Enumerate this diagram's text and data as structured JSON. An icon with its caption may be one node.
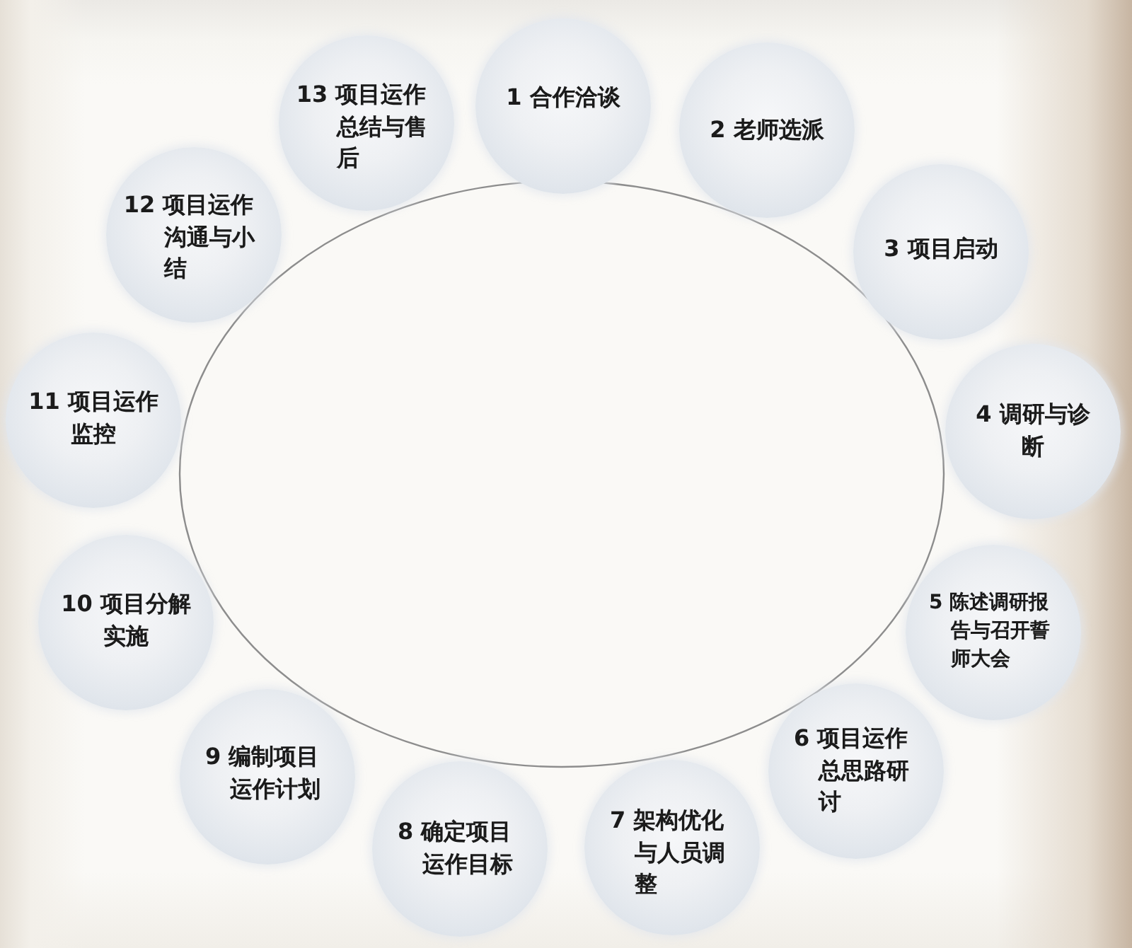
{
  "diagram": {
    "nodes": [
      {
        "text": [
          "1 合作洽谈"
        ]
      },
      {
        "text": [
          "2 老师选派"
        ]
      },
      {
        "text": [
          "3 项目启动"
        ]
      },
      {
        "text": [
          "4 调研与诊断"
        ]
      },
      {
        "text": [
          "5 陈述调研报告与召开誓师大会"
        ]
      },
      {
        "text": [
          "6 项目运作总思路研讨"
        ]
      },
      {
        "text": [
          "7 架构优化与人员调整"
        ]
      },
      {
        "text": [
          "8 确定项目运作目标"
        ]
      },
      {
        "text": [
          "9 编制项目运作计划"
        ]
      },
      {
        "text": [
          "10 项目分解实施"
        ]
      },
      {
        "text": [
          "11 项目运作监控"
        ]
      },
      {
        "text": [
          "12 项目运作沟通与小结"
        ]
      },
      {
        "text": [
          "13 项目运作总结与售后"
        ]
      }
    ]
  }
}
